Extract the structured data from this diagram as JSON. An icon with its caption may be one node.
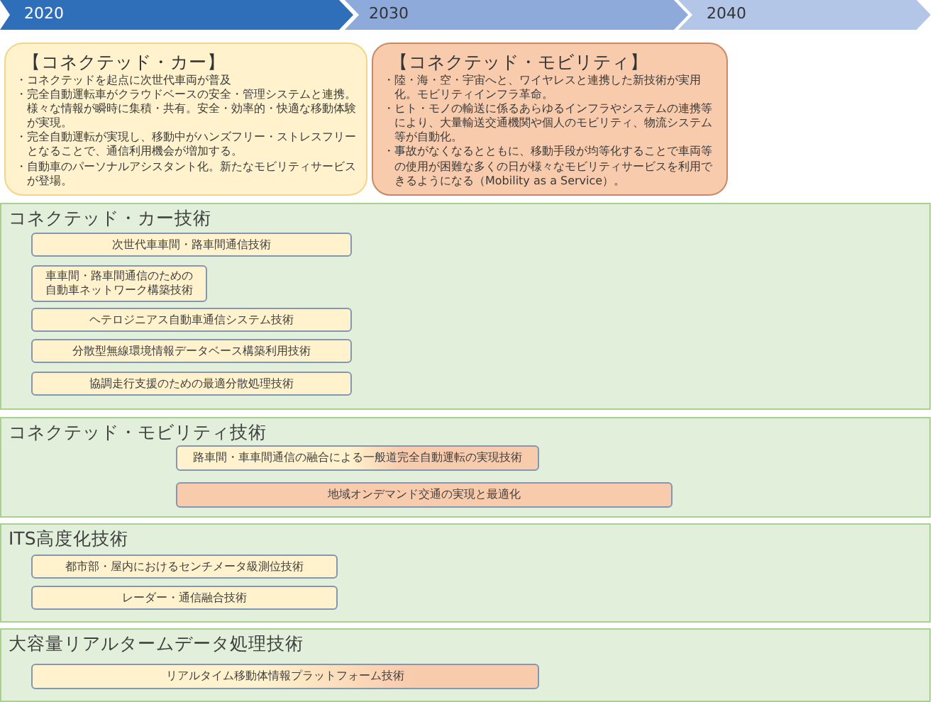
{
  "diagram": {
    "nodes": [
      {
        "text": [
          "2020"
        ]
      },
      {
        "text": [
          "2030"
        ]
      },
      {
        "text": [
          "2040"
        ]
      },
      {
        "text": [
          "【コネクテッド・カー】",
          "・コネクテッドを起点に次世代車両が普及",
          "・完全自動運転車がクラウドベースの安全・管理システムと連携。様々な情報が瞬時に集積・共有。安全・効率的・快適な移動体験が実現。",
          "・完全自動運転が実現し、移動中がハンズフリー・ストレスフリーとなることで、通信利用機会が増加する。",
          "・自動車のパーソナルアシスタント化。新たなモビリティサービスが登場。"
        ]
      },
      {
        "text": [
          "【コネクテッド・モビリティ】",
          "・陸・海・空・宇宙へと、ワイヤレスと連携した新技術が実用化。モビリティインフラ革命。",
          "・ヒト・モノの輸送に係るあらゆるインフラやシステムの連携等により、大量輸送交通機関や個人のモビリティ、物流システム等が自動化。",
          "・事故がなくなるとともに、移動手段が均等化することで車両等の使用が困難な多くの日が様々なモビリティサービスを利用できるようになる（Mobility as a Service）。"
        ]
      },
      {
        "text": [
          "コネクテッド・カー技術"
        ]
      },
      {
        "text": [
          "次世代車車間・路車間通信技術"
        ],
        "in": 5
      },
      {
        "text": [
          "車車間・路車間通信のための自動車ネットワーク構築技術"
        ],
        "in": 5
      },
      {
        "text": [
          "ヘテロジニアス自動車通信システム技術"
        ],
        "in": 5
      },
      {
        "text": [
          "分散型無線環境情報データベース構築利用技術"
        ],
        "in": 5
      },
      {
        "text": [
          "協調走行支援のための最適分散処理技術"
        ],
        "in": 5
      },
      {
        "text": [
          "コネクテッド・モビリティ技術"
        ]
      },
      {
        "text": [
          "路車間・車車間通信の融合による一般道完全自動運転の実現技術"
        ],
        "in": 11
      },
      {
        "text": [
          "地域オンデマンド交通の実現と最適化"
        ],
        "in": 11
      },
      {
        "text": [
          "ITS高度化技術"
        ]
      },
      {
        "text": [
          "都市部・屋内におけるセンチメータ級測位技術"
        ],
        "in": 14
      },
      {
        "text": [
          "レーダー・通信融合技術"
        ],
        "in": 14
      },
      {
        "text": [
          "大容量リアルタームデータ処理技術"
        ]
      },
      {
        "text": [
          "リアルタイム移動体情報プラットフォーム技術"
        ],
        "in": 17
      }
    ]
  }
}
